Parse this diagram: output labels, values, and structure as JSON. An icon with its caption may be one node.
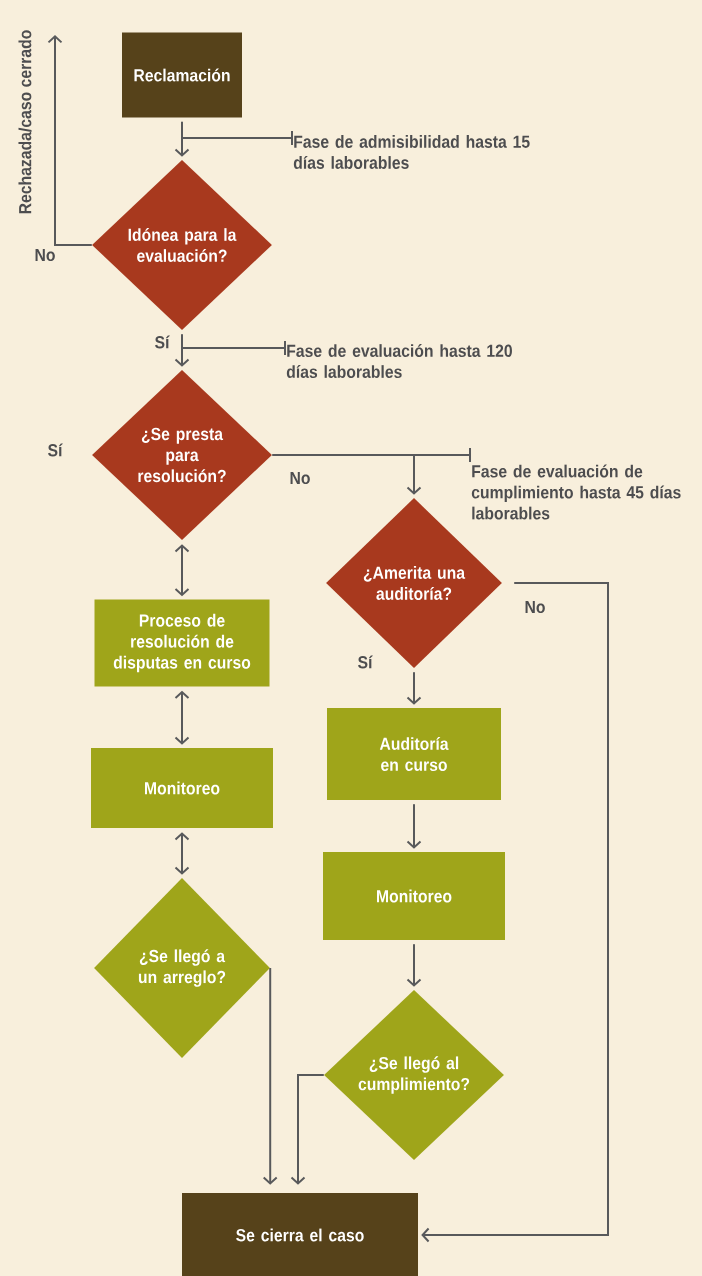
{
  "diagram": {
    "nodes": [
      {
        "text": [
          "Reclamación"
        ]
      },
      {
        "text": [
          "Idónea para la evaluación?"
        ]
      },
      {
        "text": [
          "¿Se presta para resolución?"
        ]
      },
      {
        "text": [
          "¿Amerita una auditoría?"
        ]
      },
      {
        "text": [
          "Proceso de resolución de disputas en curso"
        ]
      },
      {
        "text": [
          "Monitoreo"
        ]
      },
      {
        "text": [
          "Auditoría en curso"
        ]
      },
      {
        "text": [
          "Monitoreo"
        ]
      },
      {
        "text": [
          "¿Se llegó a un arreglo?"
        ]
      },
      {
        "text": [
          "¿Se llegó al cumplimiento?"
        ]
      },
      {
        "text": [
          "Se cierra el caso"
        ]
      },
      {
        "text": [
          "Fase de admisibilidad hasta 15 días laborables"
        ]
      },
      {
        "text": [
          "Fase de evaluación hasta 120 días laborables"
        ]
      },
      {
        "text": [
          "Fase de evaluación de cumplimiento hasta 45 días laborables"
        ]
      }
    ],
    "edges": [
      {
        "from": 0,
        "to": 1,
        "arrow": "to"
      },
      {
        "from": 1,
        "to": null,
        "arrow": "to",
        "label": "No"
      },
      {
        "from": 1,
        "to": 2,
        "arrow": "to",
        "label": "Sí"
      },
      {
        "from": 2,
        "to": 3,
        "arrow": "to",
        "label": "No"
      },
      {
        "from": 2,
        "to": 4,
        "arrow": "both"
      },
      {
        "from": 4,
        "to": 5,
        "arrow": "both"
      },
      {
        "from": 5,
        "to": 8,
        "arrow": "both"
      },
      {
        "from": 3,
        "to": 6,
        "arrow": "to",
        "label": "Sí"
      },
      {
        "from": 3,
        "to": 10,
        "arrow": "to",
        "label": "No"
      },
      {
        "from": 6,
        "to": 7,
        "arrow": "to"
      },
      {
        "from": 7,
        "to": 9,
        "arrow": "to"
      },
      {
        "from": 8,
        "to": 10,
        "arrow": "to"
      },
      {
        "from": 9,
        "to": 10,
        "arrow": "to"
      },
      {
        "from": null,
        "to": 11,
        "arrow": "none"
      },
      {
        "from": null,
        "to": 12,
        "arrow": "none"
      },
      {
        "from": null,
        "to": 13,
        "arrow": "none"
      }
    ],
    "labels": [
      "Rechazada/caso cerrado",
      "Sí"
    ]
  }
}
